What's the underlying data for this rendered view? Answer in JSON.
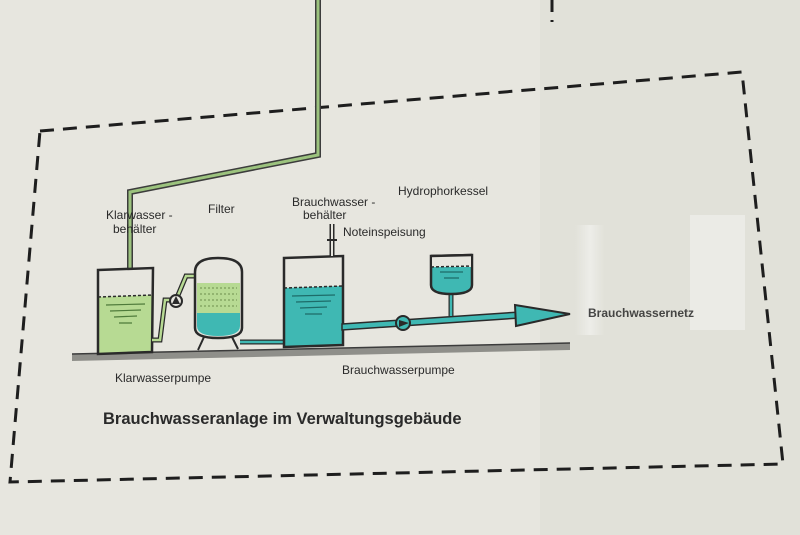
{
  "diagram": {
    "title": "Brauchwasseranlage im Verwaltungsgebäude",
    "labels": {
      "klarwasser_behaelter_1": "Klarwasser -",
      "klarwasser_behaelter_2": "behälter",
      "filter": "Filter",
      "brauchwasser_behaelter_1": "Brauchwasser -",
      "brauchwasser_behaelter_2": "behälter",
      "noteinspeisung": "Noteinspeisung",
      "hydrophorkessel": "Hydrophorkessel",
      "brauchwassernetz": "Brauchwassernetz",
      "klarwasserpumpe": "Klarwasserpumpe",
      "brauchwasserpumpe": "Brauchwasserpumpe"
    },
    "colors": {
      "background": "#e7e6df",
      "dashed_border": "#1e1e1e",
      "feed_pipe": "#9cc37e",
      "green_water": "#b7da93",
      "teal_water": "#3fb8b3",
      "outline": "#2a2a2a",
      "floor": "#8f8f8a"
    }
  }
}
